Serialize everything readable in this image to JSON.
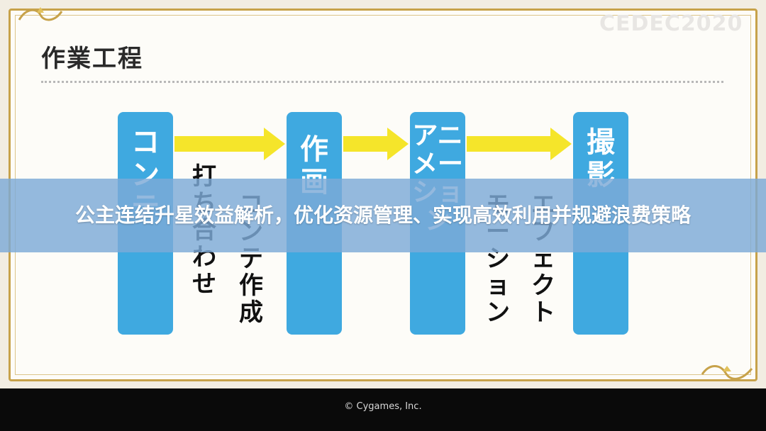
{
  "slide": {
    "title": "作業工程",
    "watermark": "CEDEC2020"
  },
  "pillars": [
    {
      "label": "コンテ"
    },
    {
      "label": "作画"
    },
    {
      "label": "アニメーション"
    },
    {
      "label": "撮影"
    }
  ],
  "stages": [
    {
      "col_a": "打ち合わせ",
      "col_b": "コンテ作成"
    },
    {
      "col_a": "モーション",
      "col_b": "エフェクト"
    }
  ],
  "banner": {
    "headline": "公主连结升星效益解析，优化资源管理、实现高效利用并规避浪费策略"
  },
  "footer": {
    "copyright": "© Cygames, Inc."
  },
  "colors": {
    "pillar": "#3fa9e0",
    "arrow": "#f5e52a",
    "frame": "#c7a24a",
    "banner": "#7daad7"
  }
}
